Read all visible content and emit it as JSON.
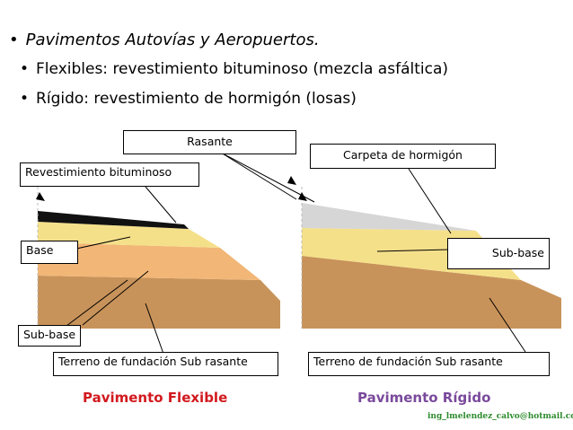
{
  "bullets": {
    "main": "Pavimentos Autovías y Aeropuertos.",
    "flexible": "Flexibles: revestimiento bituminoso (mezcla asfáltica)",
    "rigid": "Rígido: revestimiento de hormigón (losas)"
  },
  "labels": {
    "rasante": "Rasante",
    "revestimiento": "Revestimiento bituminoso",
    "base": "Base",
    "subbase_left": "Sub-base",
    "terreno_left": "Terreno de fundación Sub rasante",
    "carpeta": "Carpeta de hormigón",
    "subbase_right": "Sub-base",
    "terreno_right": "Terreno de fundación Sub rasante"
  },
  "captions": {
    "flexible": "Pavimento Flexible",
    "rigid": "Pavimento Rígido"
  },
  "email": "ing_lmelendez_calvo@hotmail.com",
  "colors": {
    "asphalt": "#111111",
    "base": "#f5e08a",
    "subbase": "#f2b677",
    "terreno": "#c8935a",
    "hormigon": "#d6d6d6",
    "caption_flexible": "#d2191e",
    "caption_rigid": "#7a4a9c",
    "email": "#2e8b2e"
  }
}
